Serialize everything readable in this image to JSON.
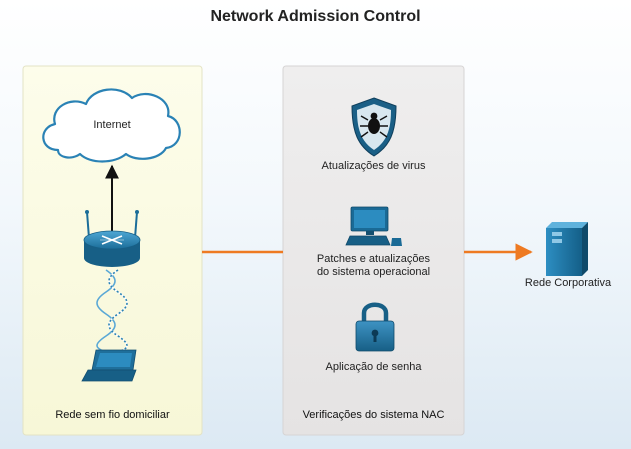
{
  "title": "Network Admission Control",
  "home_panel": {
    "caption": "Rede sem fio domiciliar",
    "cloud_label": "Internet"
  },
  "nac_panel": {
    "caption": "Verificações do sistema NAC",
    "items": [
      {
        "label": "Atualizações de virus",
        "icon": "virus-shield-icon"
      },
      {
        "label_line1": "Patches e atualizações",
        "label_line2": "do sistema operacional",
        "icon": "computer-icon"
      },
      {
        "label": "Aplicação de senha",
        "icon": "padlock-icon"
      }
    ]
  },
  "corporate": {
    "label": "Rede Corporativa",
    "icon": "server-icon"
  },
  "colors": {
    "home_panel_bg": "#fbfbe2",
    "nac_panel_bg": "#eceaea",
    "link_orange": "#ee7a22",
    "device_blue": "#1f7aa8",
    "wireless_wave": "#5aa8d6"
  }
}
